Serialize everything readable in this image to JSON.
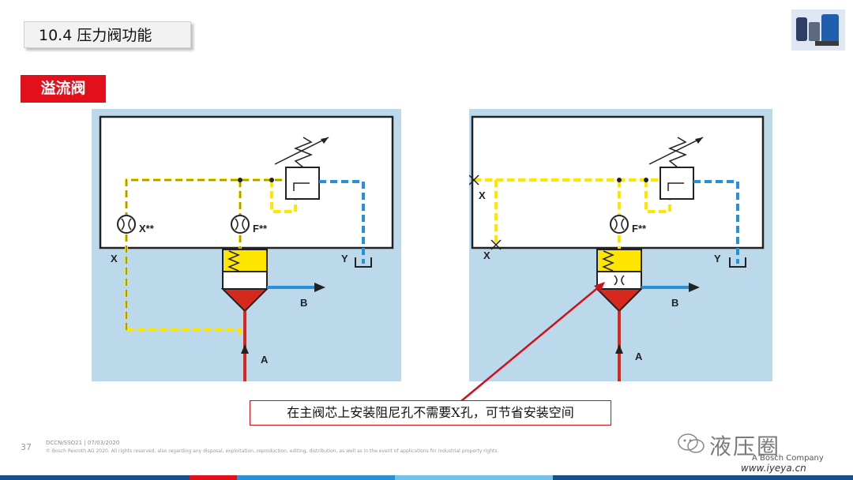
{
  "slide": {
    "title": "10.4 压力阀功能",
    "section_label": "溢流阀",
    "callout_text": "在主阀芯上安装阻尼孔不需要X孔，可节省安装空间",
    "page_number": "37",
    "footer_code": "DCCN/SSO21 | 07/03/2020",
    "footer_copyright": "© Bosch Rexroth AG 2020. All rights reserved, also regarding any disposal, exploitation, reproduction, editing, distribution, as well as in the event of applications for industrial property rights.",
    "watermark_text": "液压圈",
    "watermark_sub": "A Bosch Company",
    "site_url": "www.iyeya.cn"
  },
  "left_diagram": {
    "label_x_port": "X**",
    "label_f_port": "F**",
    "label_x": "X",
    "label_y": "Y",
    "label_b": "B",
    "label_a": "A"
  },
  "right_diagram": {
    "label_x_top": "X",
    "label_x_bottom": "X",
    "label_f_port": "F**",
    "label_y": "Y",
    "label_b": "B",
    "label_a": "A"
  },
  "colors": {
    "accent_red": "#e3101c",
    "pilot_yellow": "#ffe600",
    "tank_blue": "#2a8fd4",
    "pressure_red": "#d6281c",
    "panel_blue": "#bcd9ec"
  }
}
